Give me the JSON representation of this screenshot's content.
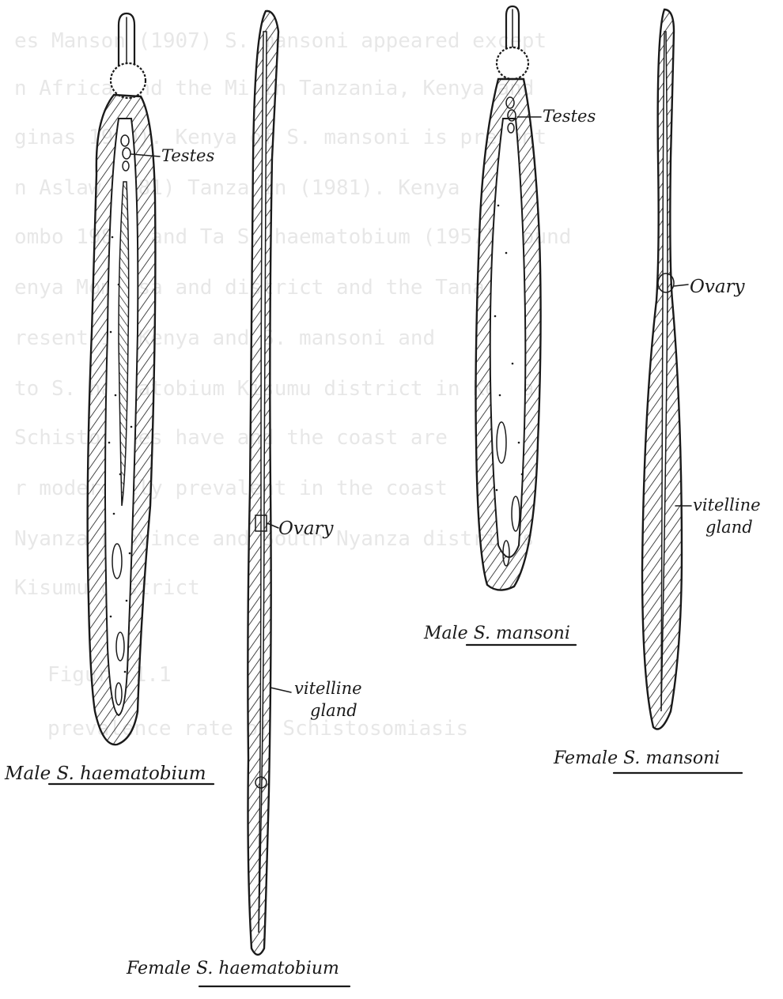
{
  "background_text_lines": [
    "es Manson (1907)       S. mansoni appeared except",
    "n Africa and the Mi    in Tanzania, Kenya and",
    "ginas 1950).  Kenya    of S. mansoni is present",
    "n Aslaw 1981) Tanza    in (1981). Kenya",
    "ombo 1980, and Ta      S. haematobium (1957) found",
    "enya Mombasa and       district and the Tana",
    "resent in Kenya and    S. mansoni and",
    "to S. haematobium      Kisumu district in Kenya",
    "Schistosomes have      and the coast are",
    "r moderately prevalent in the coast",
    "Nyanza Province and    South Nyanza districts",
    "Kisumu district",
    "Figure 1.1",
    "prevalence rate of      Schistosomiasis"
  ],
  "labels": {
    "testes_left": "Testes",
    "testes_right": "Testes",
    "ovary_left": "Ovary",
    "ovary_right": "Ovary",
    "vitelline_left_1": "vitelline",
    "vitelline_left_2": "gland",
    "vitelline_right_1": "vitelline",
    "vitelline_right_2": "gland",
    "male_haem_prefix": "Male ",
    "male_haem_species": "S. haematobium",
    "female_haem_prefix": "Female ",
    "female_haem_species": "S. haematobium",
    "male_mans_prefix": "Male ",
    "male_mans_species": "S. mansoni",
    "female_mans_prefix": "Female ",
    "female_mans_species": "S. mansoni"
  },
  "colors": {
    "ink": "#1a1a1a",
    "paper": "#ffffff"
  }
}
